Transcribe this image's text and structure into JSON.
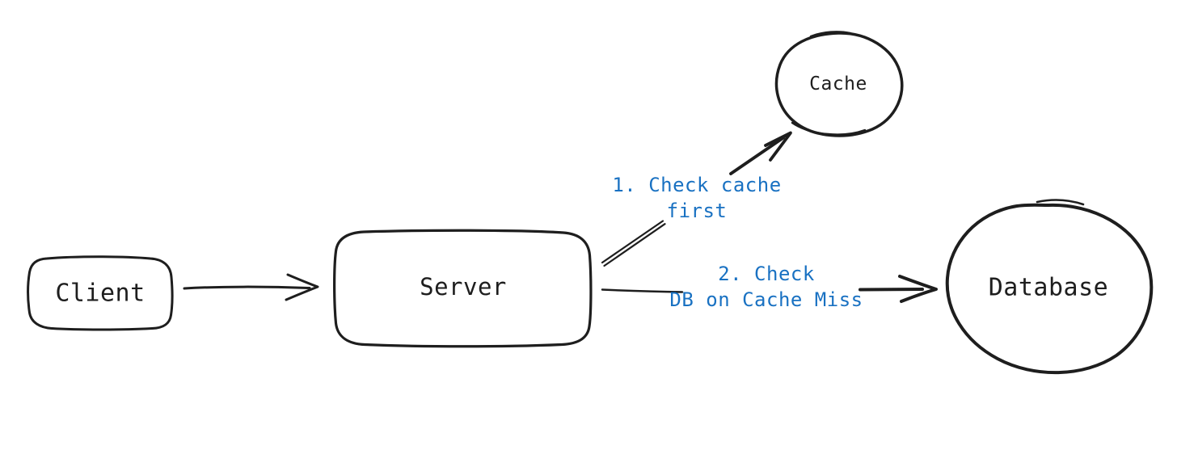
{
  "diagram": {
    "type": "flow-diagram",
    "style": "hand-drawn",
    "colors": {
      "stroke": "#1e1e1e",
      "annotation": "#1971c2",
      "background": "#ffffff"
    },
    "nodes": {
      "client": {
        "label": "Client",
        "shape": "rounded-rectangle"
      },
      "server": {
        "label": "Server",
        "shape": "rounded-rectangle"
      },
      "cache": {
        "label": "Cache",
        "shape": "ellipse"
      },
      "database": {
        "label": "Database",
        "shape": "ellipse"
      }
    },
    "edges": [
      {
        "from": "Client",
        "to": "Server"
      },
      {
        "from": "Server",
        "to": "Cache",
        "label_lines": [
          "1. Check cache",
          "first"
        ]
      },
      {
        "from": "Server",
        "to": "Database",
        "label_lines": [
          "2. Check",
          "DB on Cache Miss"
        ]
      }
    ]
  }
}
